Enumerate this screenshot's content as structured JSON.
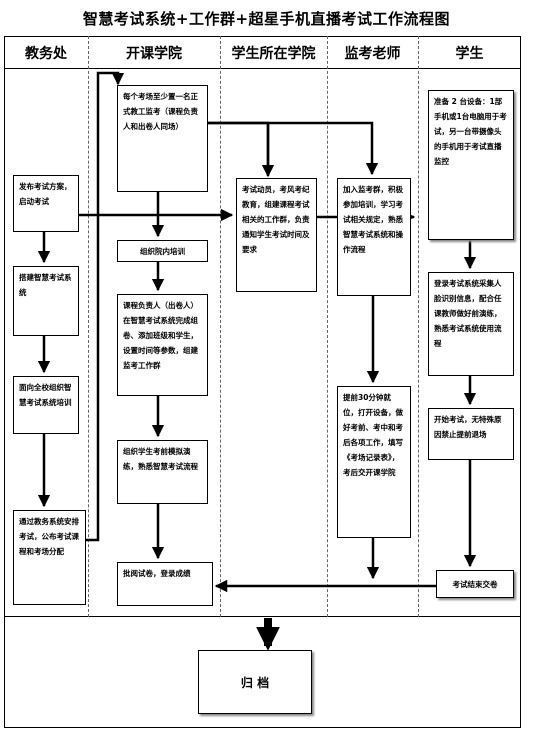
{
  "title": "智慧考试系统+工作群+超星手机直播考试工作流程图",
  "columns": [
    "教务处",
    "开课学院",
    "学生所在学院",
    "监考老师",
    "学生"
  ],
  "boxes": {
    "jwc_publish": "发布考试方案，启动考试",
    "jwc_build": "搭建智慧考试系统",
    "jwc_train": "面向全校组织智慧考试系统培训",
    "jwc_notify": "通过教务系统安排考试，公布考试课程和考场分配",
    "kk_staff": "每个考场至少置一名正式教工监考（课程负责人和出卷人同场）",
    "kk_train": "组织院内培训",
    "kk_setup": "课程负责人（出卷人）在智慧考试系统完成组卷、添加班级和学生，设置时间等参数，组建监考工作群",
    "kk_mock": "组织学生考前模拟演练，熟悉智慧考试流程",
    "kk_grade": "批阅试卷，登录成绩",
    "xs_college": "考试动员，考风考纪教育，组建课程考试相关的工作群，负责通知学生考试时间及要求",
    "jk_join": "加入监考群，积极参加培训，学习考试相关规定，熟悉智慧考试系统和操作流程",
    "jk_ontime": "提前30分钟就位，打开设备，做好考前、考中和考后各项工作，填写《考场记录表》，考后交开课学院",
    "st_prepare": "准备 2 台设备：1部手机或1台电脑用于考试，另一台带摄像头的手机用于考试直播监控",
    "st_login": "登录考试系统采集人脸识别信息，配合任课教师做好前演练，熟悉考试系统使用流程",
    "st_exam": "开始考试，无特殊原因禁止提前退场",
    "st_finish": "考试结束交卷"
  },
  "archive": "归  档"
}
